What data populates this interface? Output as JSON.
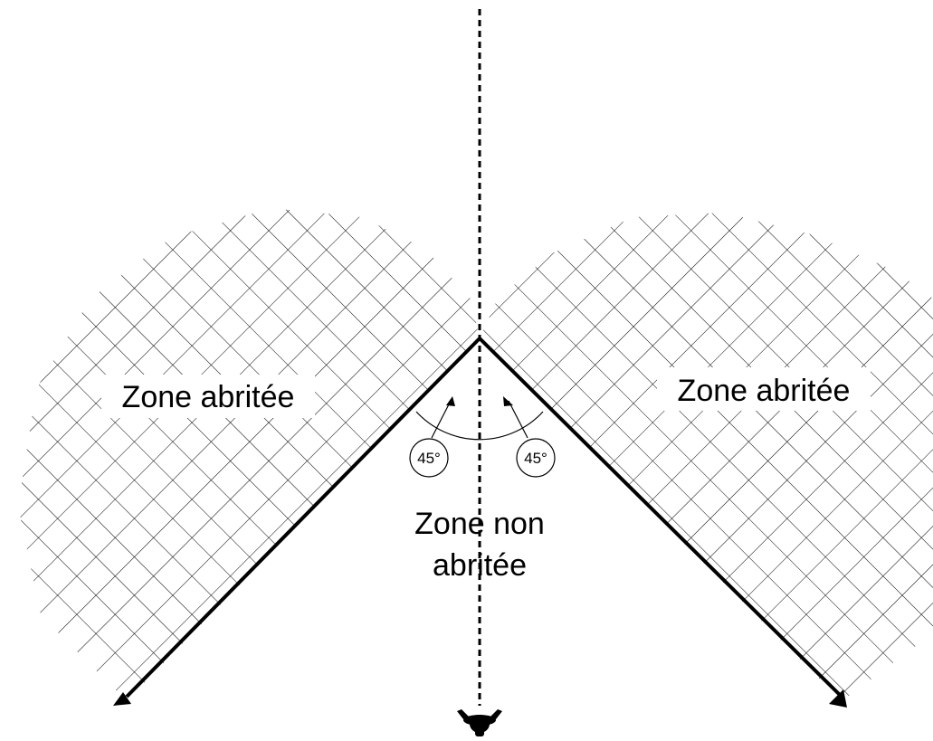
{
  "labels": {
    "left_zone": "Zone abritée",
    "right_zone": "Zone abritée",
    "center_zone_line1": "Zone non",
    "center_zone_line2": "abritée",
    "angle_left": "45°",
    "angle_right": "45°"
  },
  "colors": {
    "ink": "#000000",
    "background": "#ffffff"
  },
  "icons": {
    "bottom_figure": "person-top-view-icon"
  }
}
